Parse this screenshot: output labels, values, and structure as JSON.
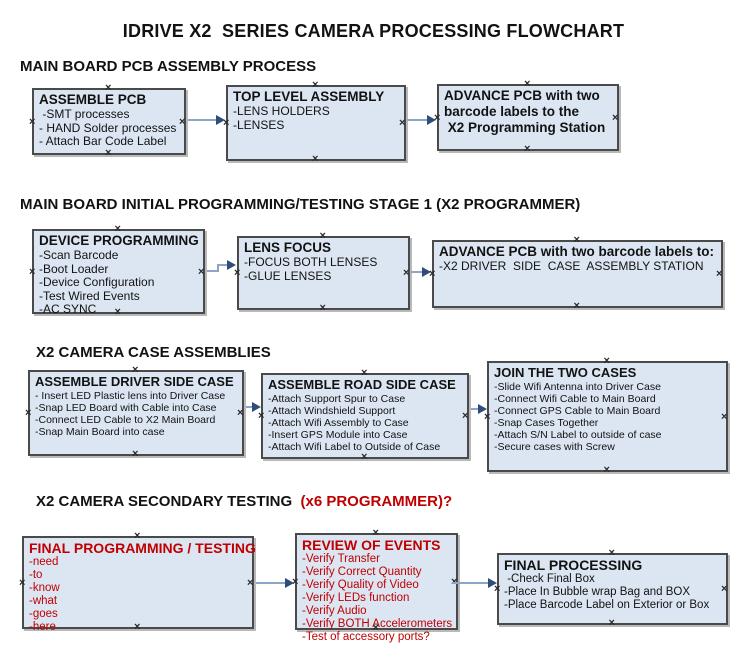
{
  "title": "IDRIVE X2  SERIES CAMERA PROCESSING FLOWCHART",
  "colors": {
    "red": "#c00000",
    "box-fill": "#dce6f2",
    "box-border": "#4a4a4a",
    "conn-line": "#8ca6c9",
    "conn-arrow": "#2e4d7b"
  },
  "sections": [
    {
      "header": "MAIN BOARD PCB ASSEMBLY PROCESS",
      "boxes": [
        {
          "title": "ASSEMBLE PCB",
          "items": [
            " -SMT processes",
            "- HAND Solder processes",
            "- Attach Bar Code Label"
          ]
        },
        {
          "title": "TOP LEVEL ASSEMBLY",
          "items": [
            "-LENS HOLDERS",
            "-LENSES"
          ]
        },
        {
          "title": "ADVANCE PCB with two\nbarcode labels to the\n X2 Programming Station",
          "items": []
        }
      ]
    },
    {
      "header": "MAIN BOARD INITIAL PROGRAMMING/TESTING STAGE 1 (X2 PROGRAMMER)",
      "boxes": [
        {
          "title": "DEVICE PROGRAMMING",
          "items": [
            "-Scan Barcode",
            "-Boot Loader",
            "-Device Configuration",
            "-Test Wired Events",
            "-AC SYNC"
          ]
        },
        {
          "title": "LENS FOCUS",
          "items": [
            "-FOCUS BOTH LENSES",
            "-GLUE LENSES"
          ]
        },
        {
          "title": "ADVANCE PCB with two barcode labels to:",
          "items": [
            "-X2 DRIVER  SIDE  CASE  ASSEMBLY STATION"
          ]
        }
      ]
    },
    {
      "header": "X2 CAMERA CASE ASSEMBLIES",
      "boxes": [
        {
          "title": "ASSEMBLE DRIVER SIDE CASE",
          "items": [
            "- Insert LED Plastic lens into Driver Case",
            "-Snap LED Board with Cable into Case",
            "-Connect LED Cable to X2 Main Board",
            "-Snap Main Board into case"
          ]
        },
        {
          "title": "ASSEMBLE ROAD SIDE CASE",
          "items": [
            "-Attach Support Spur to Case",
            "-Attach Windshield Support",
            "-Attach Wifi Assembly to Case",
            "-Insert GPS Module into Case",
            "-Attach Wifi Label to Outside of Case"
          ]
        },
        {
          "title": "JOIN THE TWO CASES",
          "items": [
            "-Slide Wifi Antenna into Driver Case",
            "-Connect Wifi Cable to Main Board",
            "-Connect GPS Cable to Main Board",
            "-Snap Cases Together",
            "-Attach S/N Label to outside of case",
            "-Secure cases with Screw"
          ]
        }
      ]
    },
    {
      "header": "X2 CAMERA SECONDARY TESTING ",
      "header_red": " (x6 PROGRAMMER)?",
      "boxes": [
        {
          "title": "FINAL PROGRAMMING / TESTING",
          "items": [
            "-need",
            "-to",
            "-know",
            "-what",
            "-goes",
            "-here"
          ]
        },
        {
          "title": "REVIEW OF EVENTS",
          "items": [
            "-Verify Transfer",
            "-Verify Correct Quantity",
            "-Verify Quality of Video",
            "-Verify LEDs function",
            "-Verify Audio",
            "-Verify BOTH Accelerometers",
            "-Test of accessory ports?"
          ]
        },
        {
          "title": "FINAL PROCESSING",
          "items": [
            " -Check Final Box",
            "-Place In Bubble wrap Bag and BOX",
            "-Place Barcode Label on Exterior or Box"
          ]
        }
      ]
    }
  ]
}
